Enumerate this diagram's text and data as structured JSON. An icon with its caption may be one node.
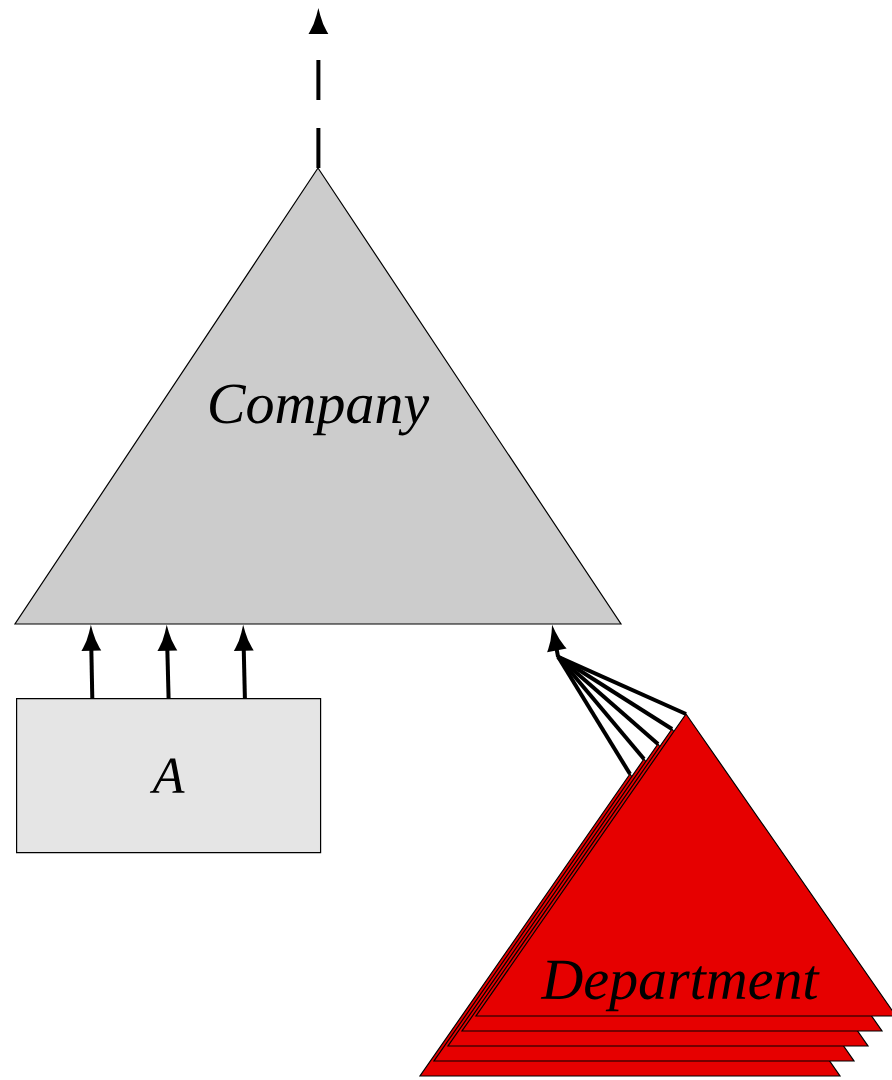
{
  "diagram": {
    "nodes": [
      {
        "text": [
          "Company"
        ]
      },
      {
        "text": [
          "A"
        ]
      },
      {
        "text": [
          "Department"
        ]
      }
    ],
    "edges": [
      {
        "from": 0,
        "to": null,
        "arrow": "to",
        "style": "dashed"
      },
      {
        "from": 1,
        "to": 0,
        "arrow": "to"
      },
      {
        "from": 1,
        "to": 0,
        "arrow": "to"
      },
      {
        "from": 1,
        "to": 0,
        "arrow": "to"
      },
      {
        "from": 2,
        "to": 0,
        "arrow": "to"
      },
      {
        "from": 2,
        "to": 0,
        "arrow": "to"
      },
      {
        "from": 2,
        "to": 0,
        "arrow": "to"
      },
      {
        "from": 2,
        "to": 0,
        "arrow": "to"
      },
      {
        "from": 2,
        "to": 0,
        "arrow": "to"
      }
    ]
  }
}
